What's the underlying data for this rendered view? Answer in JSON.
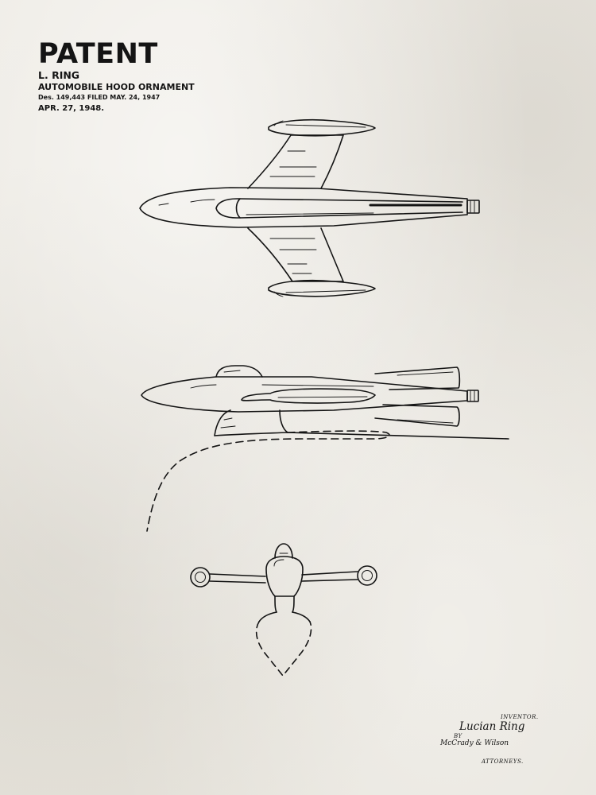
{
  "header": {
    "title": "PATENT",
    "inventor": "L. RING",
    "subject": "AUTOMOBILE HOOD ORNAMENT",
    "filing": "Des. 149,443  FILED MAY. 24, 1947",
    "issued": "APR. 27, 1948."
  },
  "signature": {
    "inventor_label": "INVENTOR.",
    "inventor_name": "Lucian Ring",
    "by_label": "BY",
    "attorney_firm": "McCrady & Wilson",
    "attorneys_label": "ATTORNEYS."
  },
  "colors": {
    "paper": "#ebe8e1",
    "ink": "#141414"
  },
  "figures": [
    {
      "name": "top-view",
      "icon": "jet-top-view-drawing"
    },
    {
      "name": "side-view",
      "icon": "jet-side-view-drawing"
    },
    {
      "name": "front-view",
      "icon": "jet-front-view-drawing"
    }
  ]
}
